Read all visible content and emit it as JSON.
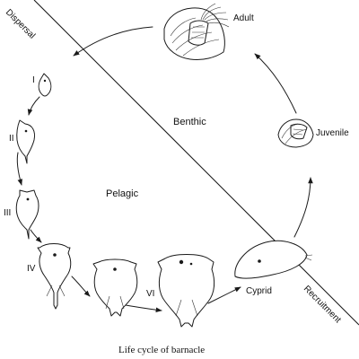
{
  "diagram": {
    "regions": {
      "dispersal": "Dispersal",
      "recruitment": "Recruitment",
      "pelagic": "Pelagic",
      "benthic": "Benthic"
    },
    "stages": {
      "nauplius_1": "I",
      "nauplius_2": "II",
      "nauplius_3": "III",
      "nauplius_4": "IV",
      "nauplius_6": "VI",
      "cyprid": "Cyprid",
      "juvenile": "Juvenile",
      "adult": "Adult"
    },
    "caption": "Life cycle of barnacle"
  }
}
